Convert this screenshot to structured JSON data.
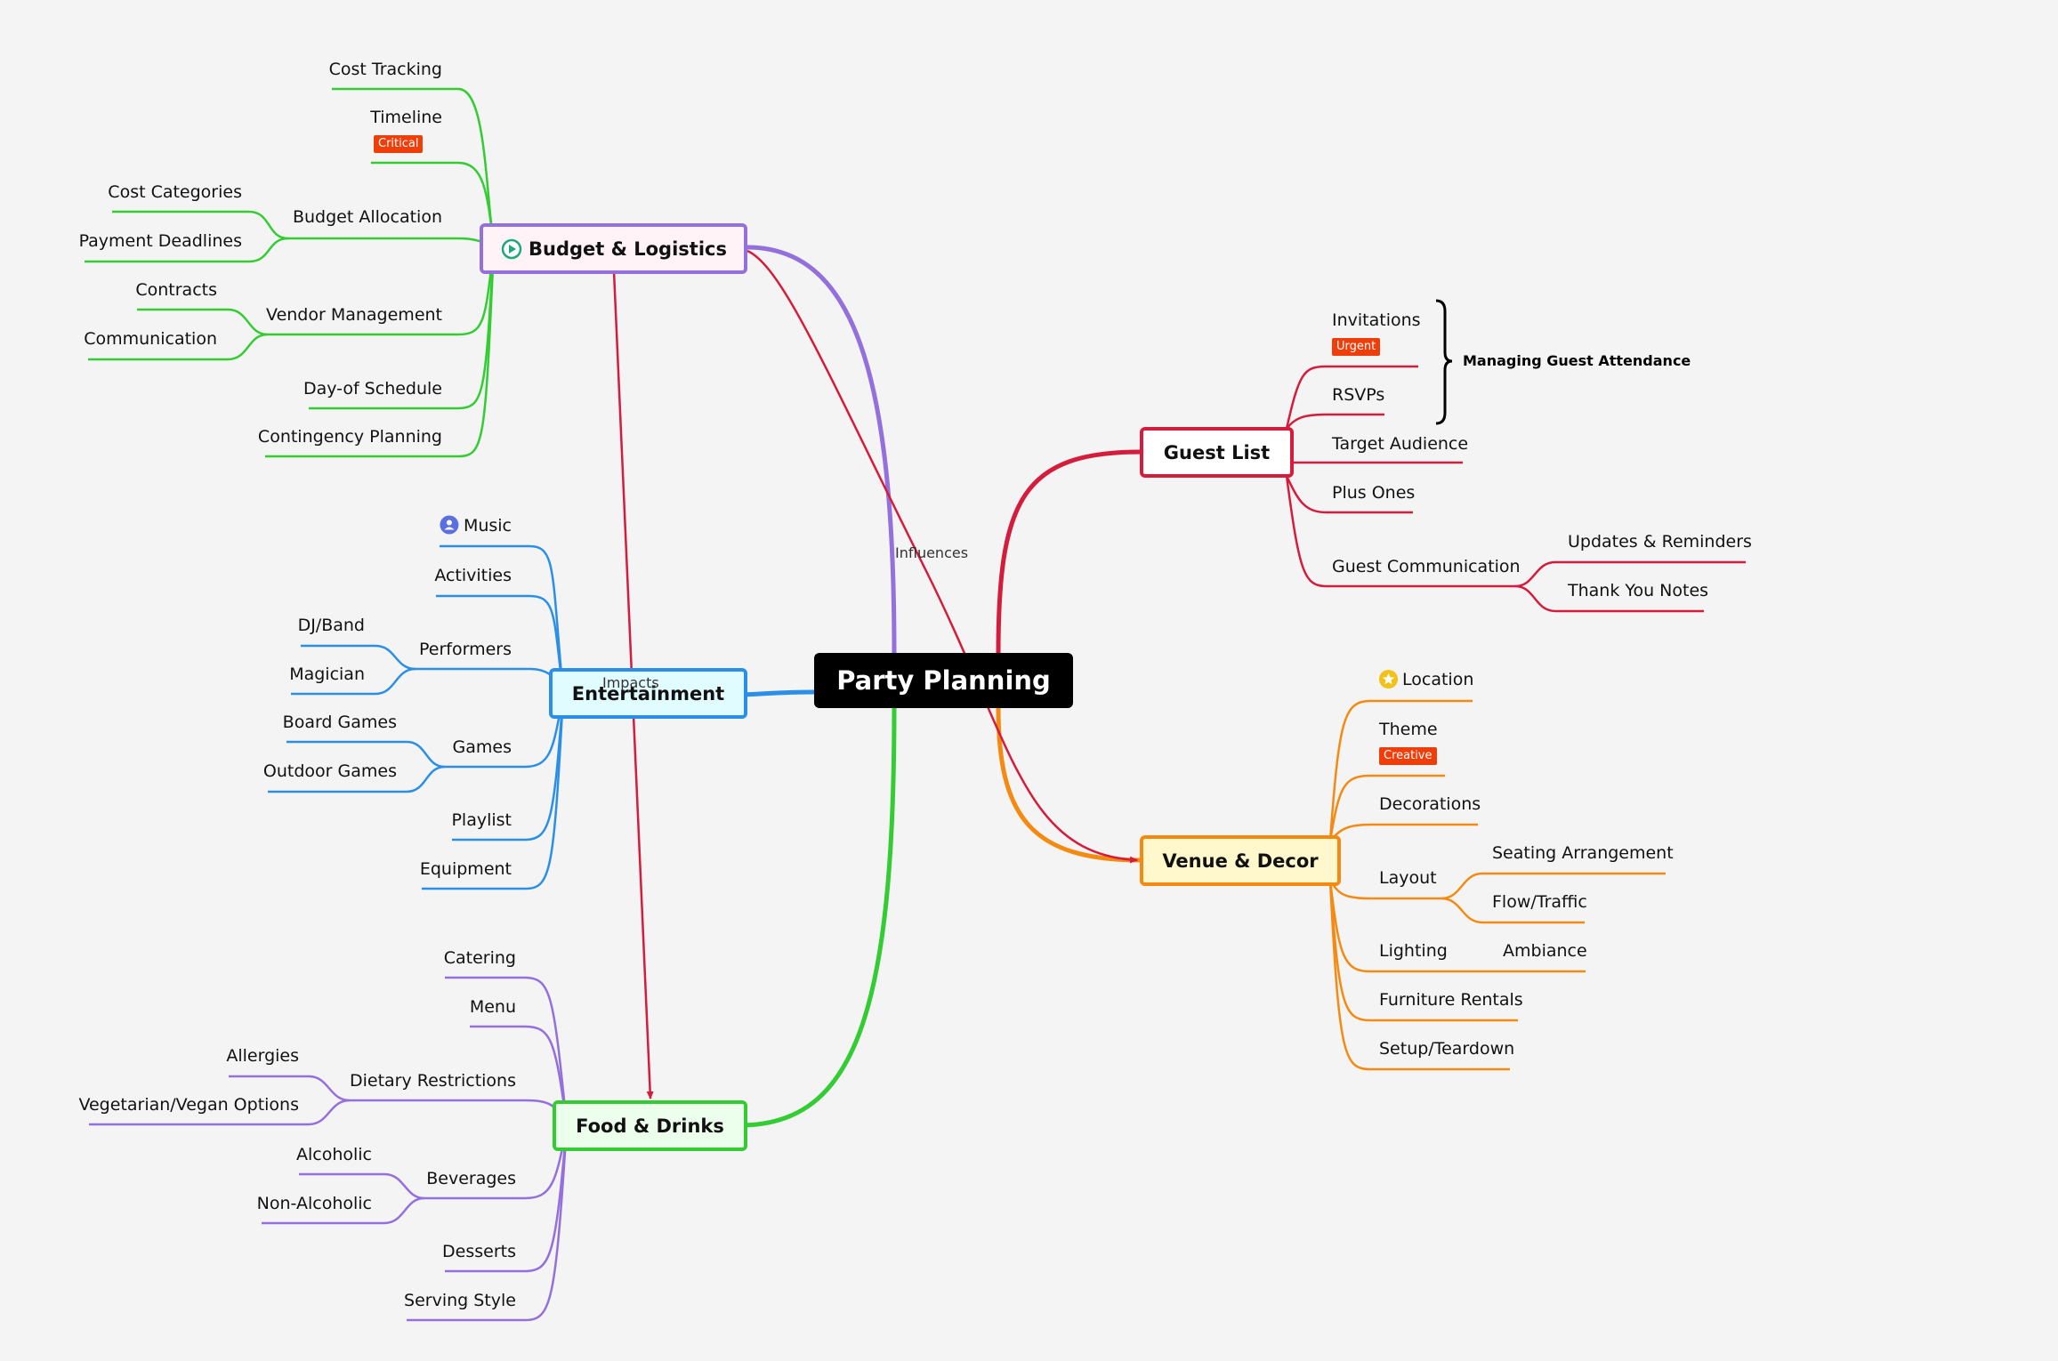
{
  "central": "Party Planning",
  "colors": {
    "budget": "#33cc33",
    "entertainment": "#2b8fe8",
    "food": "#9370db",
    "guest": "#d41c3c",
    "venue": "#f58a12",
    "budget_branch": "#9370db",
    "entertainment_branch": "#2b8fe8",
    "food_branch": "#33cc33",
    "guest_branch": "#d41c3c",
    "venue_branch": "#f58a12",
    "relation": "#d41c3c",
    "badge": "#ef3e0a"
  },
  "topics": {
    "budget": {
      "label": "Budget & Logistics",
      "icon": "play-circle-icon",
      "children": {
        "cost_tracking": "Cost Tracking",
        "timeline": "Timeline",
        "timeline_badge": "Critical",
        "budget_allocation": "Budget Allocation",
        "cost_categories": "Cost Categories",
        "payment_deadlines": "Payment Deadlines",
        "vendor_management": "Vendor Management",
        "contracts": "Contracts",
        "communication": "Communication",
        "day_of_schedule": "Day-of Schedule",
        "contingency": "Contingency Planning"
      }
    },
    "entertainment": {
      "label": "Entertainment",
      "children": {
        "music": "Music",
        "music_icon": "person-icon",
        "activities": "Activities",
        "performers": "Performers",
        "dj_band": "DJ/Band",
        "magician": "Magician",
        "games": "Games",
        "board_games": "Board Games",
        "outdoor_games": "Outdoor Games",
        "playlist": "Playlist",
        "equipment": "Equipment"
      }
    },
    "food": {
      "label": "Food & Drinks",
      "children": {
        "catering": "Catering",
        "menu": "Menu",
        "dietary": "Dietary Restrictions",
        "allergies": "Allergies",
        "vegetarian": "Vegetarian/Vegan Options",
        "beverages": "Beverages",
        "alcoholic": "Alcoholic",
        "non_alcoholic": "Non-Alcoholic",
        "desserts": "Desserts",
        "serving_style": "Serving Style"
      }
    },
    "guest": {
      "label": "Guest List",
      "children": {
        "invitations": "Invitations",
        "invitations_badge": "Urgent",
        "rsvps": "RSVPs",
        "target_audience": "Target Audience",
        "plus_ones": "Plus Ones",
        "guest_communication": "Guest Communication",
        "updates": "Updates & Reminders",
        "thank_you": "Thank You Notes"
      },
      "summary": "Managing Guest Attendance"
    },
    "venue": {
      "label": "Venue & Decor",
      "children": {
        "location": "Location",
        "location_icon": "star-icon",
        "theme": "Theme",
        "theme_badge": "Creative",
        "decorations": "Decorations",
        "layout": "Layout",
        "seating": "Seating Arrangement",
        "flow": "Flow/Traffic",
        "lighting": "Lighting",
        "ambiance": "Ambiance",
        "furniture": "Furniture Rentals",
        "setup": "Setup/Teardown"
      }
    }
  },
  "relationships": {
    "influences": "Influences",
    "impacts": "Impacts"
  }
}
